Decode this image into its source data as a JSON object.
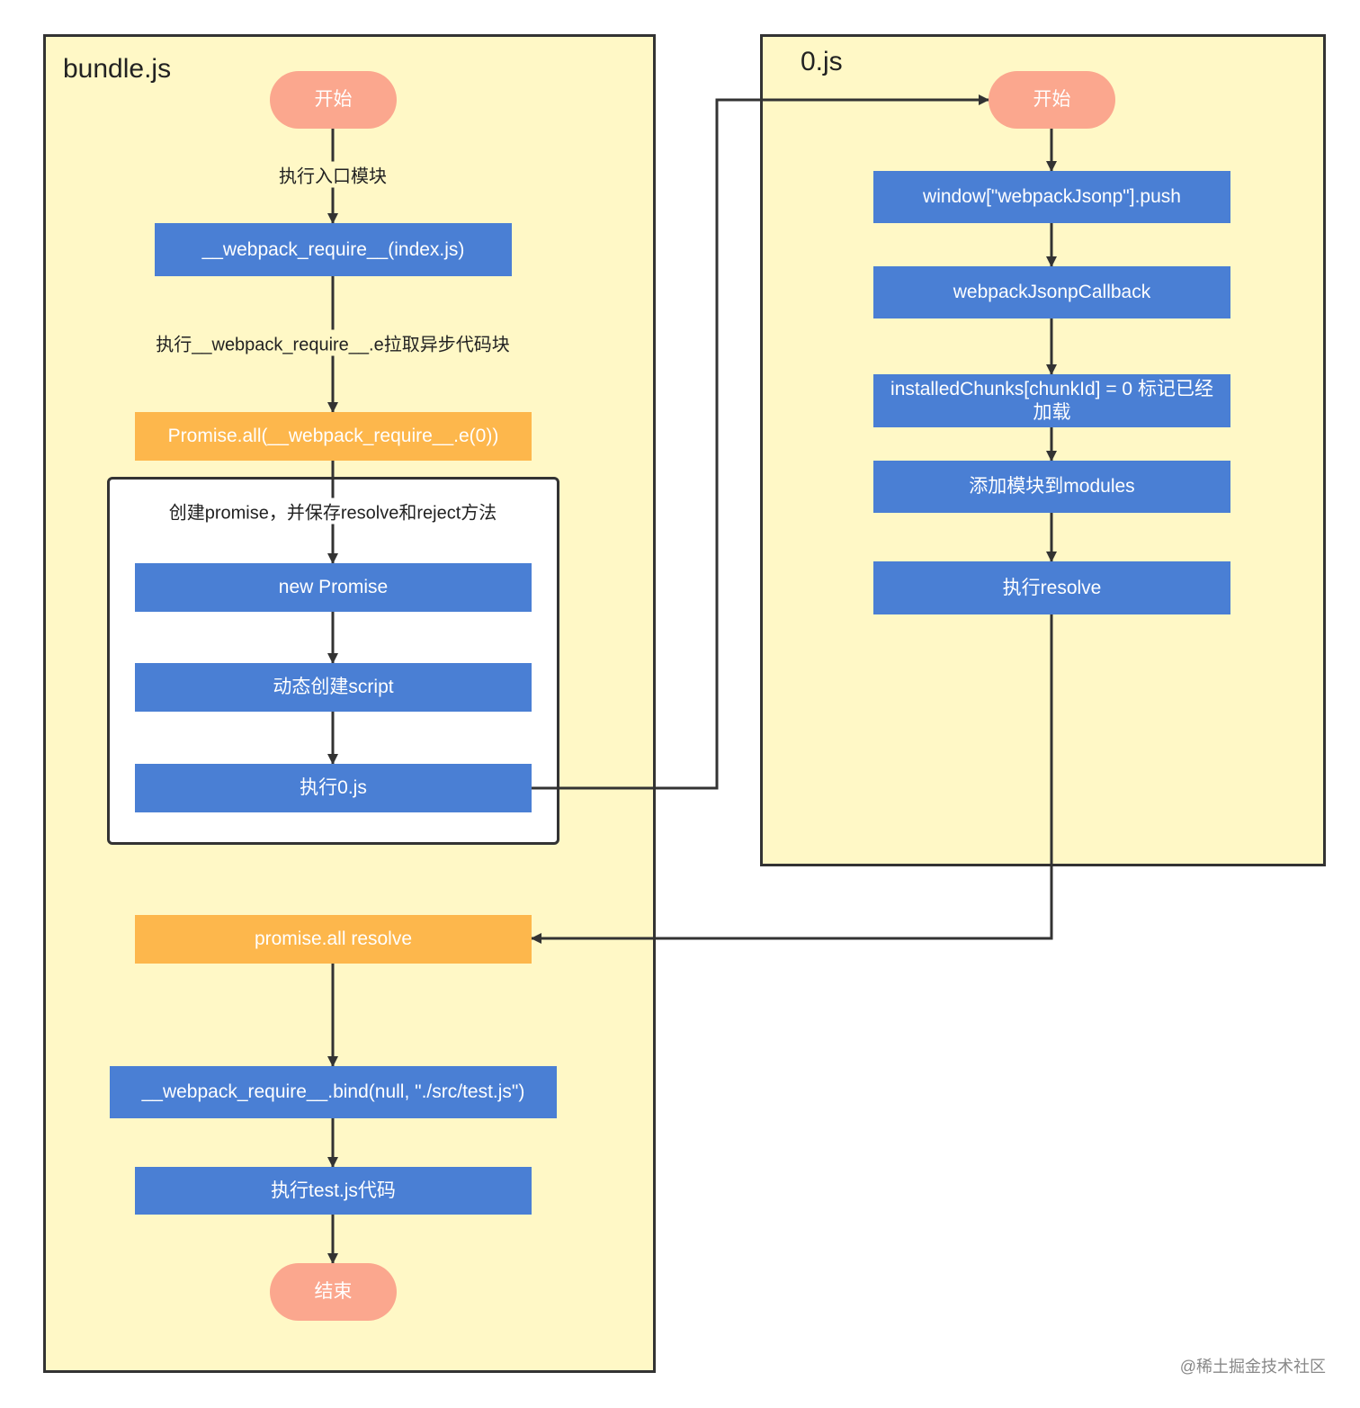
{
  "lanes": {
    "left_title": "bundle.js",
    "right_title": "0.js"
  },
  "nodes": {
    "start_left": "开始",
    "require_index": "__webpack_require__(index.js)",
    "promise_all": "Promise.all(__webpack_require__.e(0))",
    "new_promise": "new Promise",
    "create_script": "动态创建script",
    "exec_0js": "执行0.js",
    "promise_all_resolve": "promise.all resolve",
    "require_bind": "__webpack_require__.bind(null, \"./src/test.js\")",
    "exec_test": "执行test.js代码",
    "end": "结束",
    "start_right": "开始",
    "jsonp_push": "window[\"webpackJsonp\"].push",
    "jsonp_callback": "webpackJsonpCallback",
    "installed_chunks": "installedChunks[chunkId] = 0 标记已经加载",
    "add_modules": "添加模块到modules",
    "exec_resolve": "执行resolve"
  },
  "edge_labels": {
    "exec_entry": "执行入口模块",
    "exec_require_e": "执行__webpack_require__.e拉取异步代码块",
    "create_promise": "创建promise，并保存resolve和reject方法"
  },
  "watermark": "@稀土掘金技术社区",
  "colors": {
    "lane_fill": "#fff8c6",
    "blue": "#4a7fd4",
    "orange": "#fdb74c",
    "terminal": "#fba78e",
    "line": "#333333"
  }
}
